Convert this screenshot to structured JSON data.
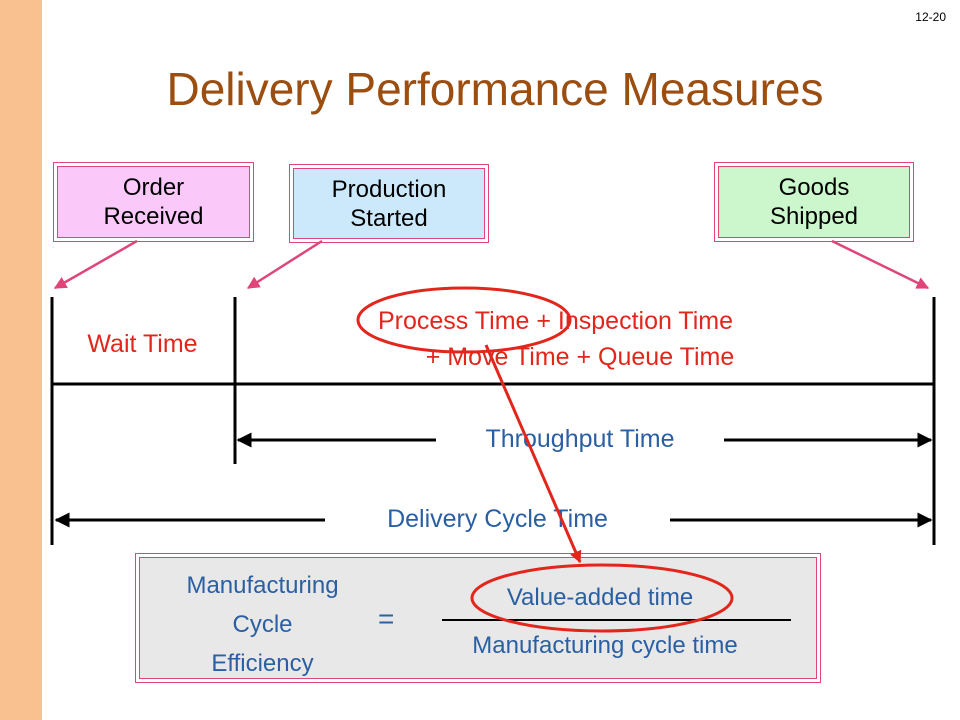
{
  "slide_number": "12-20",
  "title": "Delivery Performance Measures",
  "events": {
    "order": "Order\nReceived",
    "production": "Production\nStarted",
    "shipped": "Goods\nShipped"
  },
  "wait_time": "Wait Time",
  "process_line1": "Process Time + Inspection Time",
  "process_line2": "+ Move Time + Queue Time",
  "throughput": "Throughput Time",
  "delivery_cycle": "Delivery Cycle Time",
  "formula": {
    "name_line1": "Manufacturing",
    "name_line2": "Cycle",
    "name_line3": "Efficiency",
    "equals": "=",
    "numerator": "Value-added time",
    "denominator": "Manufacturing cycle time"
  },
  "colors": {
    "sidebar": "#f9c18f",
    "title": "#9c4d10",
    "order_box": "#fbc8fa",
    "production_box": "#cce9fb",
    "shipped_box": "#ccf6cc",
    "red_text": "#e3261c",
    "blue_text": "#2b5fa3",
    "pink_arrow": "#e0457a"
  }
}
